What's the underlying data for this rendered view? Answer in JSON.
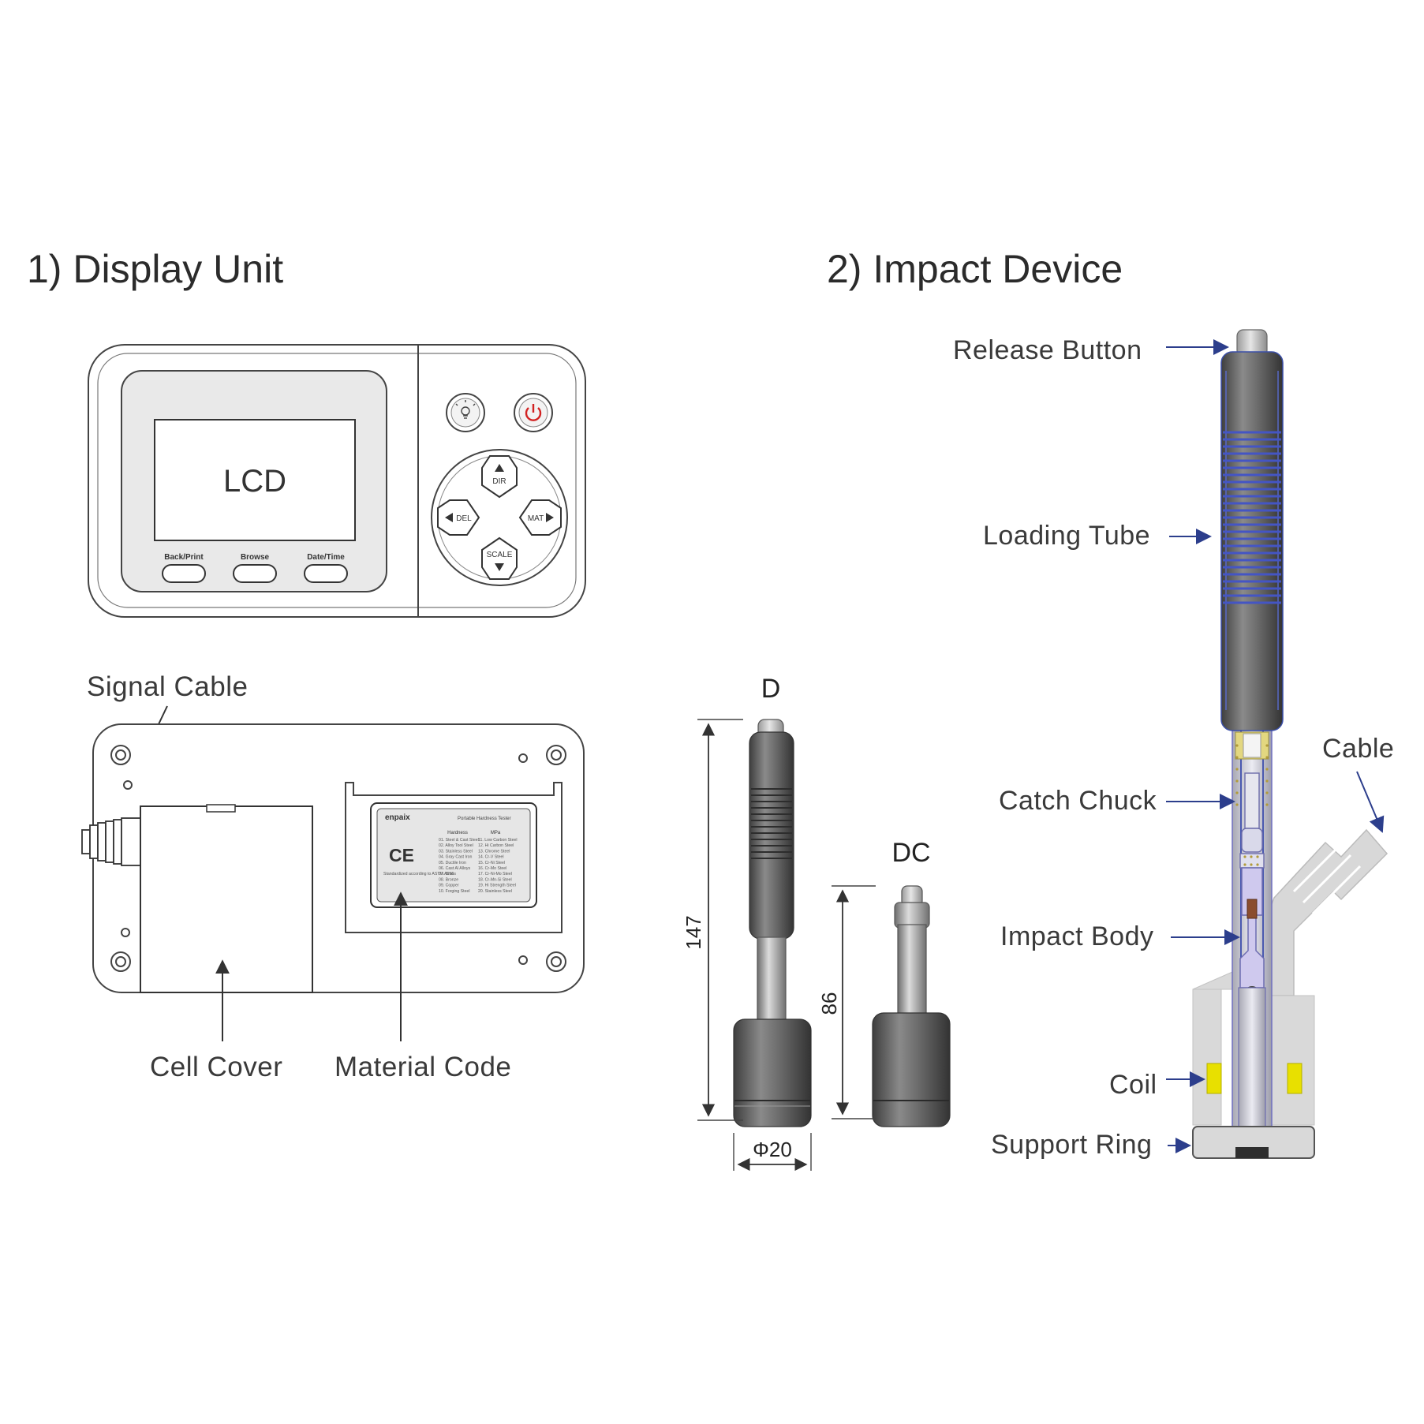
{
  "display_unit": {
    "heading": "1) Display Unit",
    "lcd_text": "LCD",
    "buttons": [
      "Back/Print",
      "Browse",
      "Date/Time"
    ],
    "keypad": {
      "up": "DIR",
      "left": "DEL",
      "right": "MAT",
      "down": "SCALE"
    },
    "rear_labels": {
      "signal_cable": "Signal Cable",
      "cell_cover": "Cell Cover",
      "material_code": "Material Code"
    },
    "plate": {
      "brand": "enpaix",
      "product": "Portable Hardness Tester",
      "ce_mark": "CE",
      "standard": "Standardized according to ASTM A956",
      "col_hardness": "Hardness",
      "col_mpa": "MPa",
      "hardness_list": [
        "01. Steel & Cast Steel",
        "02. Alloy Tool Steel",
        "03. Stainless Steel",
        "04. Gray Cast Iron",
        "05. Ductile Iron",
        "06. Cast Al Alloys",
        "07. Brass",
        "08. Bronze",
        "09. Copper",
        "10. Forging Steel"
      ],
      "mpa_list": [
        "11. Low Carbon Steel",
        "12. Hi Carbon Steel",
        "13. Chrome Steel",
        "14. Cr-V Steel",
        "15. Cr-Ni Steel",
        "16. Cr-Mo Steel",
        "17. Cr-Ni-Mo Steel",
        "18. Cr-Mn-Si Steel",
        "19. Hi Strength Steel",
        "20. Stainless Steel"
      ]
    }
  },
  "impact_device": {
    "heading": "2) Impact Device",
    "probe_d": {
      "name": "D",
      "length": "147",
      "diameter": "Φ20"
    },
    "probe_dc": {
      "name": "DC",
      "length": "86"
    },
    "labels": {
      "release_button": "Release Button",
      "loading_tube": "Loading Tube",
      "cable": "Cable",
      "catch_chuck": "Catch Chuck",
      "impact_body": "Impact Body",
      "coil": "Coil",
      "support_ring": "Support Ring"
    }
  },
  "colors": {
    "outline": "#555555",
    "probe_dark": "#5a5a5a",
    "accent_blue": "#3b4fa8",
    "power_red": "#d22222",
    "coil_yellow": "#e8e000"
  }
}
